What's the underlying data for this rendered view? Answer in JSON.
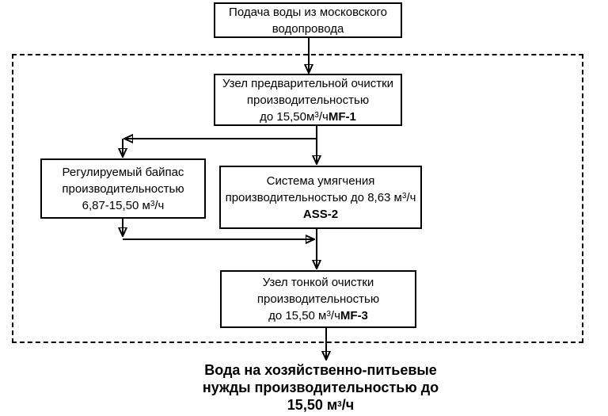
{
  "canvas": {
    "background_color": "#ffffff",
    "line_color": "#000000"
  },
  "nodes": {
    "source": {
      "line1": "Подача воды из московского",
      "line2": "водопровода"
    },
    "pretreatment": {
      "line1": "Узел предварительной очистки",
      "line2": "производительностью",
      "line3_pre": "до 15,50м",
      "line3_sup": "3",
      "line3_mid": "/ч",
      "line3_code": "MF-1"
    },
    "bypass": {
      "line1": "Регулируемый байпас",
      "line2": "производительностью",
      "line3_pre": "6,87-15,50 м",
      "line3_sup": "3",
      "line3_mid": "/ч"
    },
    "softening": {
      "line1": "Система умягчения",
      "line2_pre": "производительностью до 8,63 м",
      "line2_sup": "3",
      "line2_mid": "/ч",
      "line3_code": "ASS-2"
    },
    "fine_filter": {
      "line1": "Узел тонкой очистки",
      "line2": "производительностью",
      "line3_pre": "до 15,50 м",
      "line3_sup": "3",
      "line3_mid": "/ч",
      "line3_code": "MF-3"
    },
    "output": {
      "line1": "Вода на хозяйственно-питьевые",
      "line2": "нужды производительностью до",
      "line3_pre": "15,50 м",
      "line3_sup": "3",
      "line3_mid": "/ч"
    }
  }
}
